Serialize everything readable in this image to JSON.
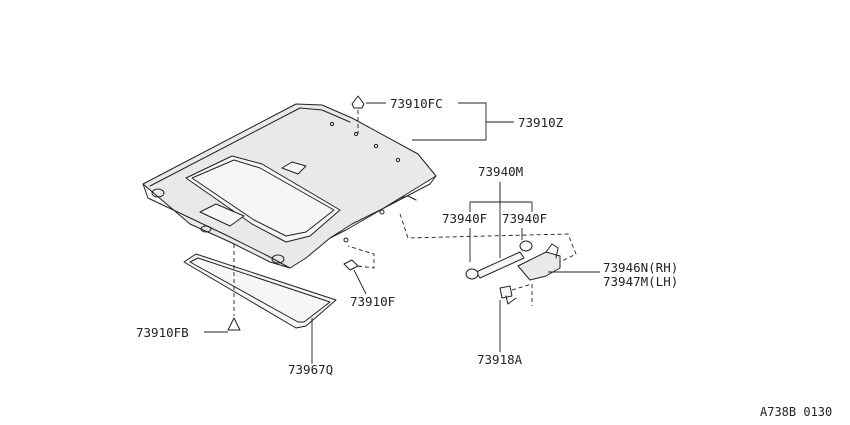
{
  "diagram": {
    "callouts": {
      "headlining_assy": "73910Z",
      "clip_top": "73910FC",
      "clip_side": "73910F",
      "clip_bottom": "73910FB",
      "sunroof_finisher": "73967Q",
      "holder_assy": "73940M",
      "holder_left": "73940F",
      "holder_right": "73940F",
      "bracket_rh": "73946N(RH)",
      "bracket_lh": "73947M(LH)",
      "bolt": "73918A"
    },
    "reference_code": "A738B 0130"
  }
}
